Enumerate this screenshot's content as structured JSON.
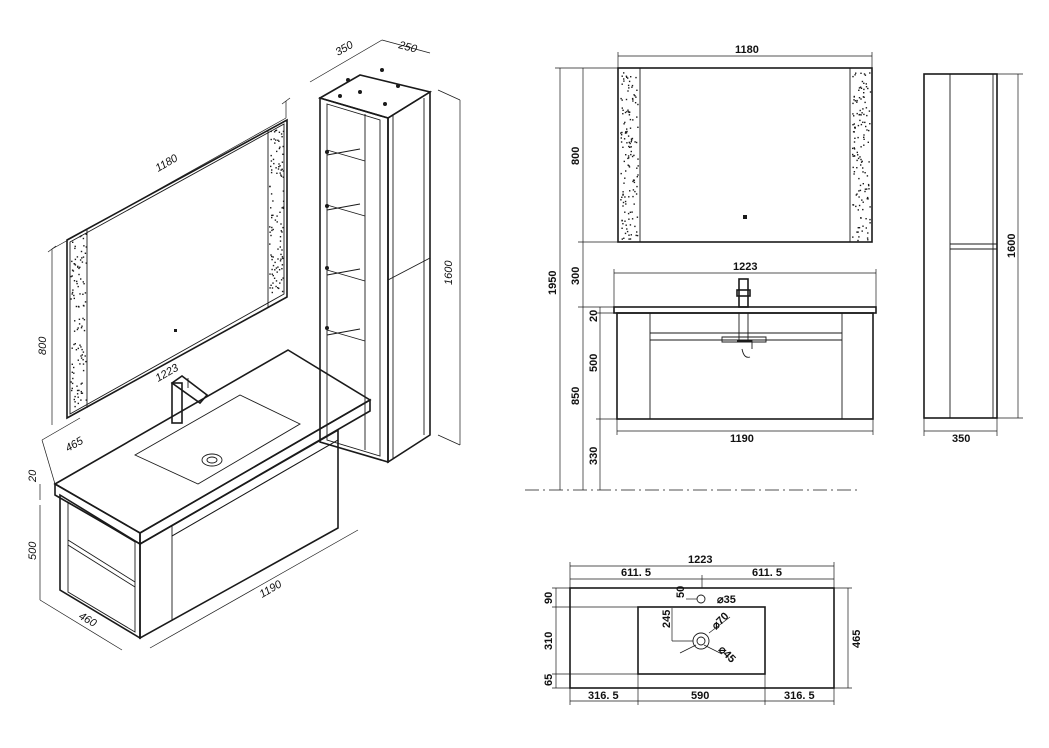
{
  "iso": {
    "mirror_width": "1180",
    "mirror_height": "800",
    "top_width": "1223",
    "depth_top": "465",
    "top_thickness": "20",
    "cabinet_height": "500",
    "cabinet_depth": "460",
    "cabinet_width": "1190",
    "column_depth": "350",
    "column_width": "250",
    "column_height": "1600"
  },
  "front": {
    "mirror_width": "1180",
    "mirror_height": "800",
    "gap": "300",
    "overall_height": "1950",
    "top_width": "1223",
    "top_thickness": "20",
    "cabinet_height": "500",
    "install_height": "850",
    "floor_gap": "330",
    "cabinet_width": "1190"
  },
  "side": {
    "column_height": "1600",
    "column_width": "350"
  },
  "plan": {
    "overall": "1223",
    "half_left": "611. 5",
    "half_right": "611. 5",
    "d90": "90",
    "d310": "310",
    "d65": "65",
    "d465": "465",
    "d50": "50",
    "d245": "245",
    "hole35": "⌀35",
    "hole70": "⌀70",
    "hole45": "⌀45",
    "left_margin": "316. 5",
    "basin": "590",
    "right_margin": "316. 5"
  }
}
